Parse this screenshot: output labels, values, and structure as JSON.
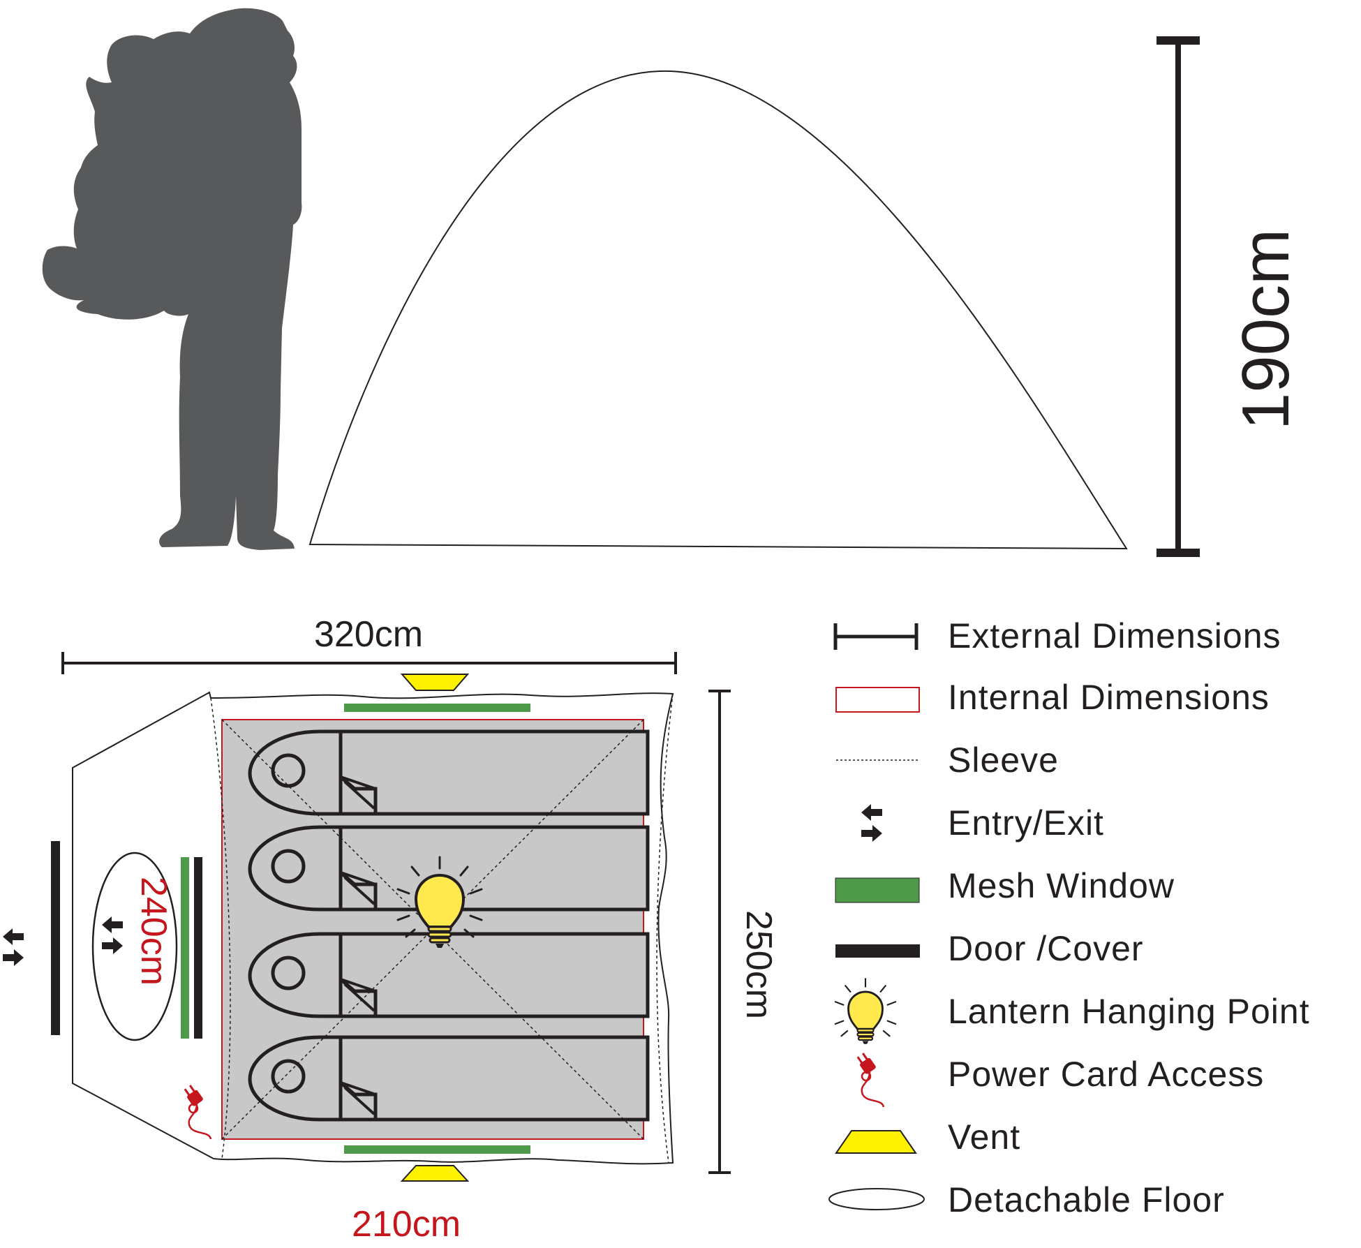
{
  "side_view": {
    "height_label": "190cm"
  },
  "floor_plan": {
    "external_length_label": "320cm",
    "external_width_label": "250cm",
    "internal_length_label": "210cm",
    "internal_width_label": "240cm"
  },
  "legend": {
    "items": [
      {
        "id": "external-dimensions",
        "label": "External Dimensions"
      },
      {
        "id": "internal-dimensions",
        "label": "Internal Dimensions"
      },
      {
        "id": "sleeve",
        "label": "Sleeve"
      },
      {
        "id": "entry-exit",
        "label": "Entry/Exit"
      },
      {
        "id": "mesh-window",
        "label": "Mesh Window"
      },
      {
        "id": "door-cover",
        "label": "Door /Cover"
      },
      {
        "id": "lantern-hanging-point",
        "label": "Lantern Hanging Point"
      },
      {
        "id": "power-card-access",
        "label": "Power Card Access"
      },
      {
        "id": "vent",
        "label": "Vent"
      },
      {
        "id": "detachable-floor",
        "label": "Detachable Floor"
      }
    ]
  },
  "icons": {
    "person": "hiker-silhouette-icon",
    "entry": "entry-exit-arrows-icon",
    "lantern": "lightbulb-icon",
    "power": "power-plug-icon",
    "vent": "vent-trapezoid-icon"
  },
  "colors": {
    "ink": "#231f20",
    "silhouette": "#58595b",
    "internal_red": "#c4161c",
    "mesh_green": "#4e9a4a",
    "vent_yellow": "#fff200",
    "floor_grey": "#c8c8c8",
    "bulb_yellow": "#ffe94d"
  }
}
